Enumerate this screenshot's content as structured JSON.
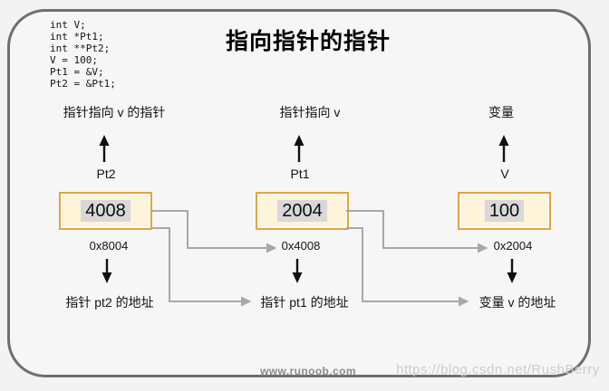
{
  "title": "指向指针的指针",
  "code_lines": [
    "int V;",
    "int *Pt1;",
    "int **Pt2;",
    "V = 100;",
    "Pt1 = &V;",
    "Pt2 = &Pt1;"
  ],
  "columns": [
    {
      "top_label": "指针指向 v 的指针",
      "var_label": "Pt2",
      "box_value": "4008",
      "address": "0x8004",
      "bottom_label": "指针 pt2 的地址"
    },
    {
      "top_label": "指针指向 v",
      "var_label": "Pt1",
      "box_value": "2004",
      "address": "0x4008",
      "bottom_label": "指针 pt1 的地址"
    },
    {
      "top_label": "变量",
      "var_label": "V",
      "box_value": "100",
      "address": "0x2004",
      "bottom_label": "变量 v 的地址"
    }
  ],
  "footer": {
    "site": "www.runoob.com",
    "watermark": "https://blog.csdn.net/RushBerry"
  },
  "colors": {
    "box_fill": "#fdf4d9",
    "box_border": "#e2a440",
    "value_highlight": "#d8d8d8",
    "connector": "#a8a8a8",
    "frame_border": "#6f6f6f",
    "arrow": "#111111",
    "site_text": "#8c8c8c",
    "watermark_text": "#c9cdd1"
  }
}
